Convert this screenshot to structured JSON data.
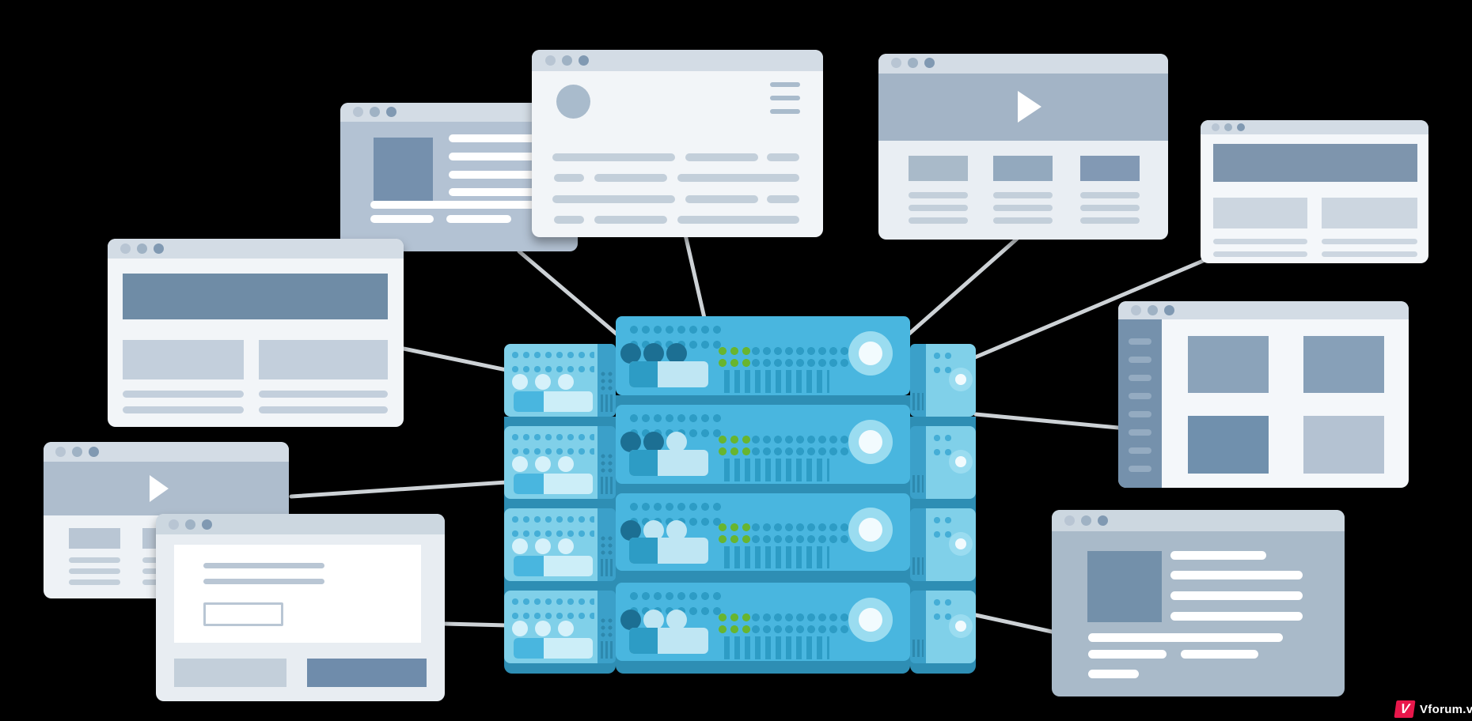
{
  "meta": {
    "description": "Flat illustration of a stacked web-server rack connected by cables to nine website browser windows",
    "background_color": "#000000"
  },
  "watermark": {
    "logo_letter": "V",
    "text": "Vforum.vn",
    "logo_color": "#e8174b",
    "text_color": "#ffffff"
  },
  "palette": {
    "bg": "#000000",
    "connector": "#cdd2d6",
    "win-header": "#d3dce5",
    "win-dot-1": "#b8c5d3",
    "win-dot-2": "#9fb2c4",
    "win-dot-3": "#8099b2",
    "body-light": "#f2f5f8",
    "body-mid": "#e9eef3",
    "body-blue": "#b3c2d3",
    "body-dark": "#a9bac9",
    "body-form": "#e8edf2",
    "pill": "#c3cfda",
    "pill-dark": "#b9c6d4",
    "white": "#ffffff",
    "block-dark": "#7590ad",
    "block-mid": "#8ba3ba",
    "block-mid2": "#87a0b8",
    "block-deep": "#7090ad",
    "block-light": "#c3cfdc",
    "block-pale": "#b4c2d2",
    "hero": "#6f8ca6",
    "video": "#a3b4c6",
    "video-2": "#aebdcd",
    "btn-dark": "#6f8cab",
    "sidebar": "#7591ac",
    "sidebar-pill": "#94abc1",
    "server-body": "#49b6df",
    "server-dark": "#2d9cc5",
    "server-divider": "#2e8eb4",
    "navy": "#1c6f93",
    "server-light": "#bfe6f3",
    "green": "#68b52f",
    "knob-ring": "#9adcf0",
    "knob-center": "#f2fbfe",
    "side-face": "#80d0e9",
    "side-vent": "#45aed6",
    "side-light": "#d5f1fa",
    "side-strip": "#3ba0c9",
    "side-strip-dark": "#2d89ae",
    "side-drive": "#cceef8",
    "logo-red": "#e8174b"
  },
  "server_rack": {
    "main_stack_units": 4,
    "left_stack_units": 4,
    "right_stack_units": 4,
    "green_leds_per_unit": 6,
    "status_dot_colors_per_unit": [
      [
        "navy",
        "navy",
        "navy"
      ],
      [
        "navy",
        "navy",
        "light"
      ],
      [
        "navy",
        "light",
        "light"
      ],
      [
        "navy",
        "light",
        "light"
      ]
    ]
  },
  "windows": [
    {
      "id": "article-left-top",
      "kind": "article card with image thumbnail and white text lines"
    },
    {
      "id": "profile-top-center",
      "kind": "profile page with avatar, hamburger menu and text rows"
    },
    {
      "id": "video-top-right",
      "kind": "video player page with three article columns"
    },
    {
      "id": "landing-far-right",
      "kind": "landing page with banner and two content blocks"
    },
    {
      "id": "gallery-right",
      "kind": "gallery page with dark sidebar and four image tiles"
    },
    {
      "id": "blog-bottom-right",
      "kind": "blog post with image thumbnail and white text lines"
    },
    {
      "id": "hero-left",
      "kind": "landing page with hero banner and two columns"
    },
    {
      "id": "video-left",
      "kind": "video player page with two article columns"
    },
    {
      "id": "form-bottom-left",
      "kind": "form page with text, input field and two buttons"
    }
  ],
  "connections_count": 9
}
